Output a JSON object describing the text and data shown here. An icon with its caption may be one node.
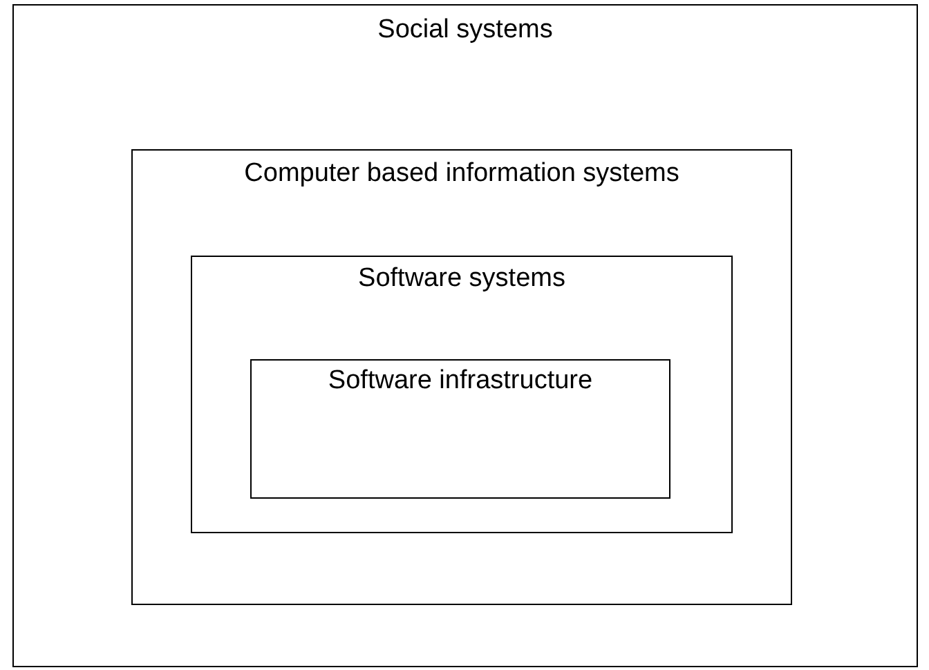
{
  "diagram": {
    "nodes": [
      {
        "text": [
          "Social systems"
        ]
      },
      {
        "text": [
          "Computer based information systems"
        ],
        "in": 0
      },
      {
        "text": [
          "Software systems"
        ],
        "in": 1
      },
      {
        "text": [
          "Software infrastructure"
        ],
        "in": 2
      }
    ]
  }
}
